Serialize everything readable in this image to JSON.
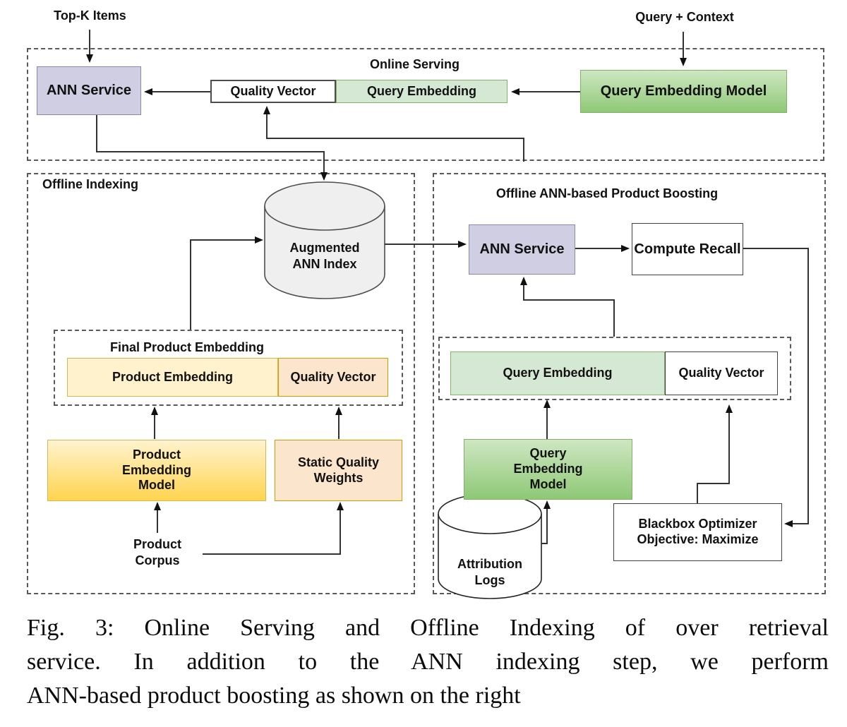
{
  "labels": {
    "top_k_items": "Top-K Items",
    "query_plus_context": "Query + Context",
    "online_serving": {
      "title": "Online Serving",
      "ann_service": "ANN Service",
      "quality_vector": "Quality Vector",
      "query_embedding": "Query Embedding",
      "query_embedding_model": "Query Embedding Model"
    },
    "offline_indexing": {
      "title": "Offline Indexing",
      "augmented_ann_index": "Augmented ANN Index",
      "final_product_embedding": "Final Product Embedding",
      "product_embedding": "Product Embedding",
      "quality_vector": "Quality Vector",
      "product_embedding_model": "Product Embedding Model",
      "static_quality_weights": "Static Quality Weights",
      "product_corpus": "Product Corpus"
    },
    "offline_boosting": {
      "title": "Offline ANN-based Product Boosting",
      "ann_service": "ANN Service",
      "compute_recall": "Compute Recall",
      "query_embedding": "Query Embedding",
      "quality_vector": "Quality Vector",
      "query_embedding_model": "Query Embedding Model",
      "attribution_logs": "Attribution Logs",
      "blackbox_optimizer": "Blackbox Optimizer Objective: Maximize"
    }
  },
  "caption": {
    "line1": "Fig. 3: Online Serving and Offline Indexing of over retrieval",
    "line2": "service. In addition to the ANN indexing step, we perform",
    "line3": "ANN-based product boosting as shown on the right"
  },
  "colors": {
    "lavender_fill": "#CFCEE3",
    "lavender_border": "#8A88A8",
    "green_fill": "#D5E8D4",
    "green_border": "#82B366",
    "green_grad_top": "#CEE7C2",
    "green_grad_bottom": "#8EC876",
    "yellow_fill": "#FFF2CC",
    "yellow_border": "#D6B656",
    "yellow_grad_top": "#FFF3CE",
    "yellow_grad_bottom": "#FFD44F",
    "orange_fill": "#FCE5CD",
    "orange_border": "#D79B00",
    "gray_fill": "#EFEFEF",
    "line": "#333333",
    "dash_border": "#595959",
    "text": "#111111"
  }
}
